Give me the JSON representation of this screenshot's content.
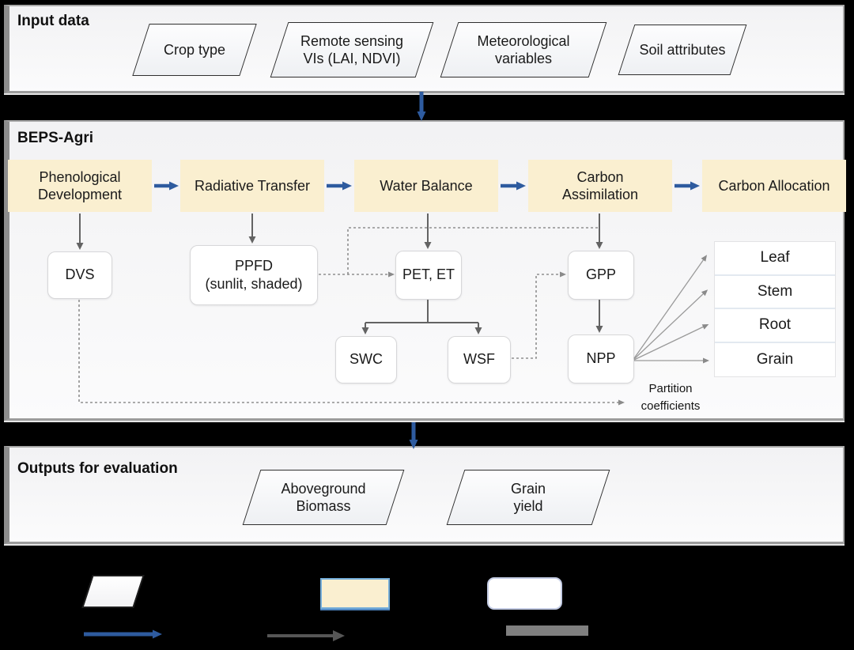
{
  "colors": {
    "accent_blue": "#2e5b9f",
    "process_fill": "#faefd0",
    "panel_bg": "#f5f5f6"
  },
  "sections": {
    "input": {
      "title": "Input data",
      "items": [
        {
          "label": "Crop type"
        },
        {
          "label": "Remote sensing\nVIs (LAI, NDVI)"
        },
        {
          "label": "Meteorological\nvariables"
        },
        {
          "label": "Soil attributes"
        }
      ]
    },
    "model": {
      "title": "BEPS-Agri",
      "processes": [
        {
          "label": "Phenological\nDevelopment"
        },
        {
          "label": "Radiative Transfer"
        },
        {
          "label": "Water Balance"
        },
        {
          "label": "Carbon\nAssimilation"
        },
        {
          "label": "Carbon Allocation"
        }
      ],
      "nodes": {
        "dvs": "DVS",
        "ppfd": "PPFD\n(sunlit, shaded)",
        "pet": "PET, ET",
        "swc": "SWC",
        "wsf": "WSF",
        "gpp": "GPP",
        "npp": "NPP"
      },
      "pools": [
        {
          "label": "Leaf"
        },
        {
          "label": "Stem"
        },
        {
          "label": "Root"
        },
        {
          "label": "Grain"
        }
      ],
      "partition_label": "Partition\ncoefficients"
    },
    "outputs": {
      "title": "Outputs for evaluation",
      "items": [
        {
          "label": "Aboveground\nBiomass"
        },
        {
          "label": "Grain\nyield"
        }
      ]
    }
  }
}
